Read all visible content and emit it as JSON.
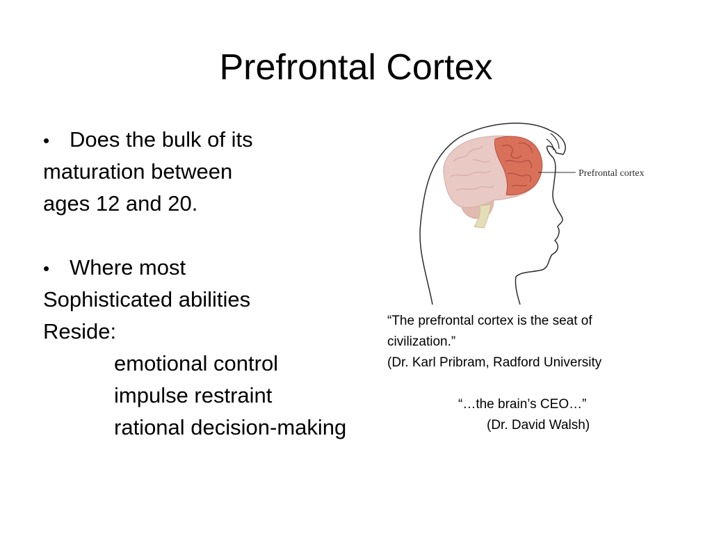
{
  "slide": {
    "title": "Prefrontal Cortex",
    "bullets": [
      {
        "lines": [
          "Does the bulk of its",
          "maturation between",
          "ages 12 and 20."
        ]
      },
      {
        "lines": [
          "Where most",
          "Sophisticated abilities",
          "Reside:"
        ],
        "subitems": [
          "emotional control",
          "impulse restraint",
          "rational decision-making"
        ]
      }
    ],
    "bullet_glyph": "•",
    "figure": {
      "label": "Prefrontal cortex",
      "colors": {
        "outline": "#2b2b2b",
        "brain": "#e8c9c4",
        "brain_shadow": "#d8aaa4",
        "cortex": "#d9715a",
        "cortex_dark": "#b5503e",
        "cerebellum": "#e0b9b0",
        "stem": "#e4ddb8"
      }
    },
    "quote": {
      "line1": "“The prefrontal cortex is the seat of",
      "line2": "civilization.”",
      "attribution": "(Dr. Karl Pribram, Radford University",
      "line3": "“…the brain’s CEO…”",
      "attribution2": "(Dr. David Walsh)"
    }
  }
}
